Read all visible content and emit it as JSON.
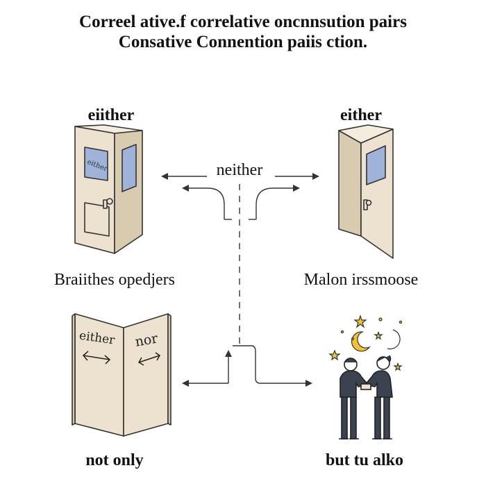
{
  "title": {
    "line1": "Correel ative.f correlative oncnnsution pairs",
    "line2": "Consative Connention paiis ction."
  },
  "labels": {
    "door_left_top": "eiither",
    "door_right_top": "either",
    "center_top": "neither",
    "left_middle": "Braiithes opedjers",
    "right_middle": "Malon irssmoose",
    "bottom_left": "not only",
    "bottom_right": "but tu alko"
  },
  "door_text": {
    "window_left": "either",
    "book_left_page": "either",
    "book_right_page": "nor"
  },
  "colors": {
    "door_fill": "#ece2cf",
    "door_edge": "#d9cbb0",
    "window_blue": "#9fb3d9",
    "figure_dark": "#3b4250",
    "star_gold": "#f2c230",
    "line": "#222222"
  }
}
